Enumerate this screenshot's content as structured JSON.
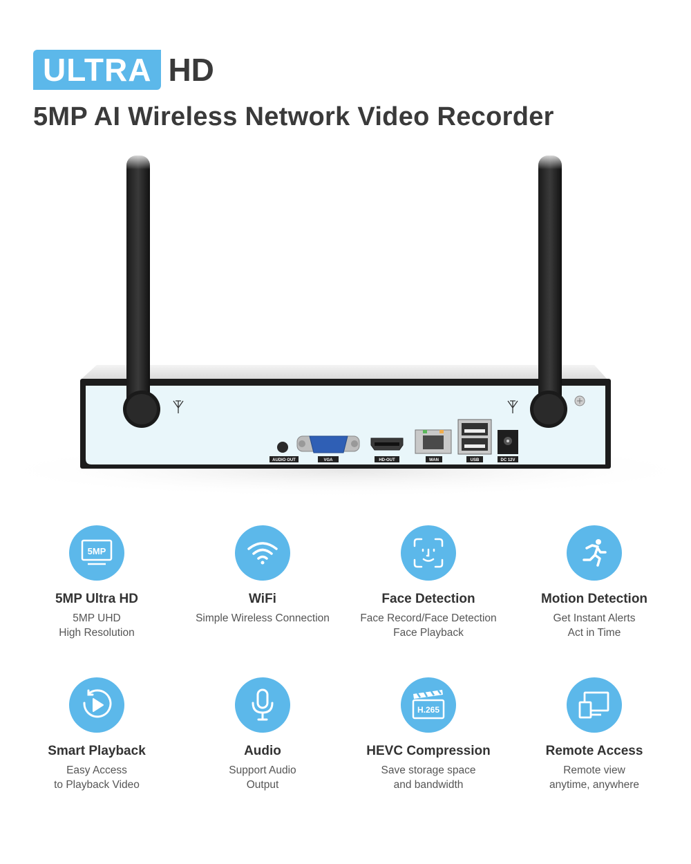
{
  "header": {
    "badge_ultra": "ULTRA",
    "badge_hd": "HD",
    "subtitle": "5MP AI Wireless Network Video Recorder"
  },
  "device": {
    "ports": {
      "audio_out": "AUDIO OUT",
      "vga": "VGA",
      "hd_out": "HD-OUT",
      "wan": "WAN",
      "usb": "USB",
      "dc": "DC 12V"
    }
  },
  "colors": {
    "accent": "#5cb8ea",
    "title_text": "#3a3a3a",
    "body_text": "#555555"
  },
  "features": [
    {
      "icon": "5mp-screen-icon",
      "icon_text": "5MP",
      "title": "5MP Ultra HD",
      "lines": [
        "5MP UHD",
        "High Resolution"
      ]
    },
    {
      "icon": "wifi-icon",
      "title": "WiFi",
      "lines": [
        "Simple Wireless Connection",
        ""
      ]
    },
    {
      "icon": "face-scan-icon",
      "title": "Face Detection",
      "lines": [
        "Face Record/Face Detection",
        "Face Playback"
      ]
    },
    {
      "icon": "running-person-icon",
      "title": "Motion Detection",
      "lines": [
        "Get Instant Alerts",
        "Act in Time"
      ]
    },
    {
      "icon": "replay-icon",
      "title": "Smart Playback",
      "lines": [
        "Easy Access",
        "to Playback Video"
      ]
    },
    {
      "icon": "microphone-icon",
      "title": "Audio",
      "lines": [
        "Support Audio",
        "Output"
      ]
    },
    {
      "icon": "clapperboard-icon",
      "icon_text": "H.265",
      "title": "HEVC Compression",
      "lines": [
        "Save storage space",
        "and bandwidth"
      ]
    },
    {
      "icon": "remote-devices-icon",
      "title": "Remote Access",
      "lines": [
        "Remote view",
        "anytime, anywhere"
      ]
    }
  ]
}
